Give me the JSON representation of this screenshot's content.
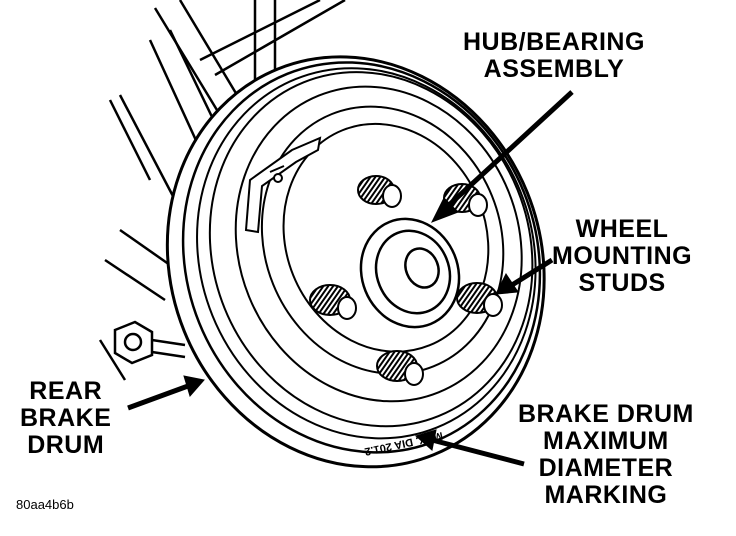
{
  "labels": {
    "hub_bearing": [
      "HUB/BEARING",
      "ASSEMBLY"
    ],
    "wheel_studs": [
      "WHEEL",
      "MOUNTING",
      "STUDS"
    ],
    "rear_drum": [
      "REAR",
      "BRAKE",
      "DRUM"
    ],
    "drum_marking": [
      "BRAKE DRUM",
      "MAXIMUM",
      "DIAMETER",
      "MARKING"
    ]
  },
  "drum_stamp": "MAX. DIA 201.2",
  "figure_code": "80aa4b6b",
  "colors": {
    "ink": "#000000",
    "paper": "#ffffff"
  }
}
